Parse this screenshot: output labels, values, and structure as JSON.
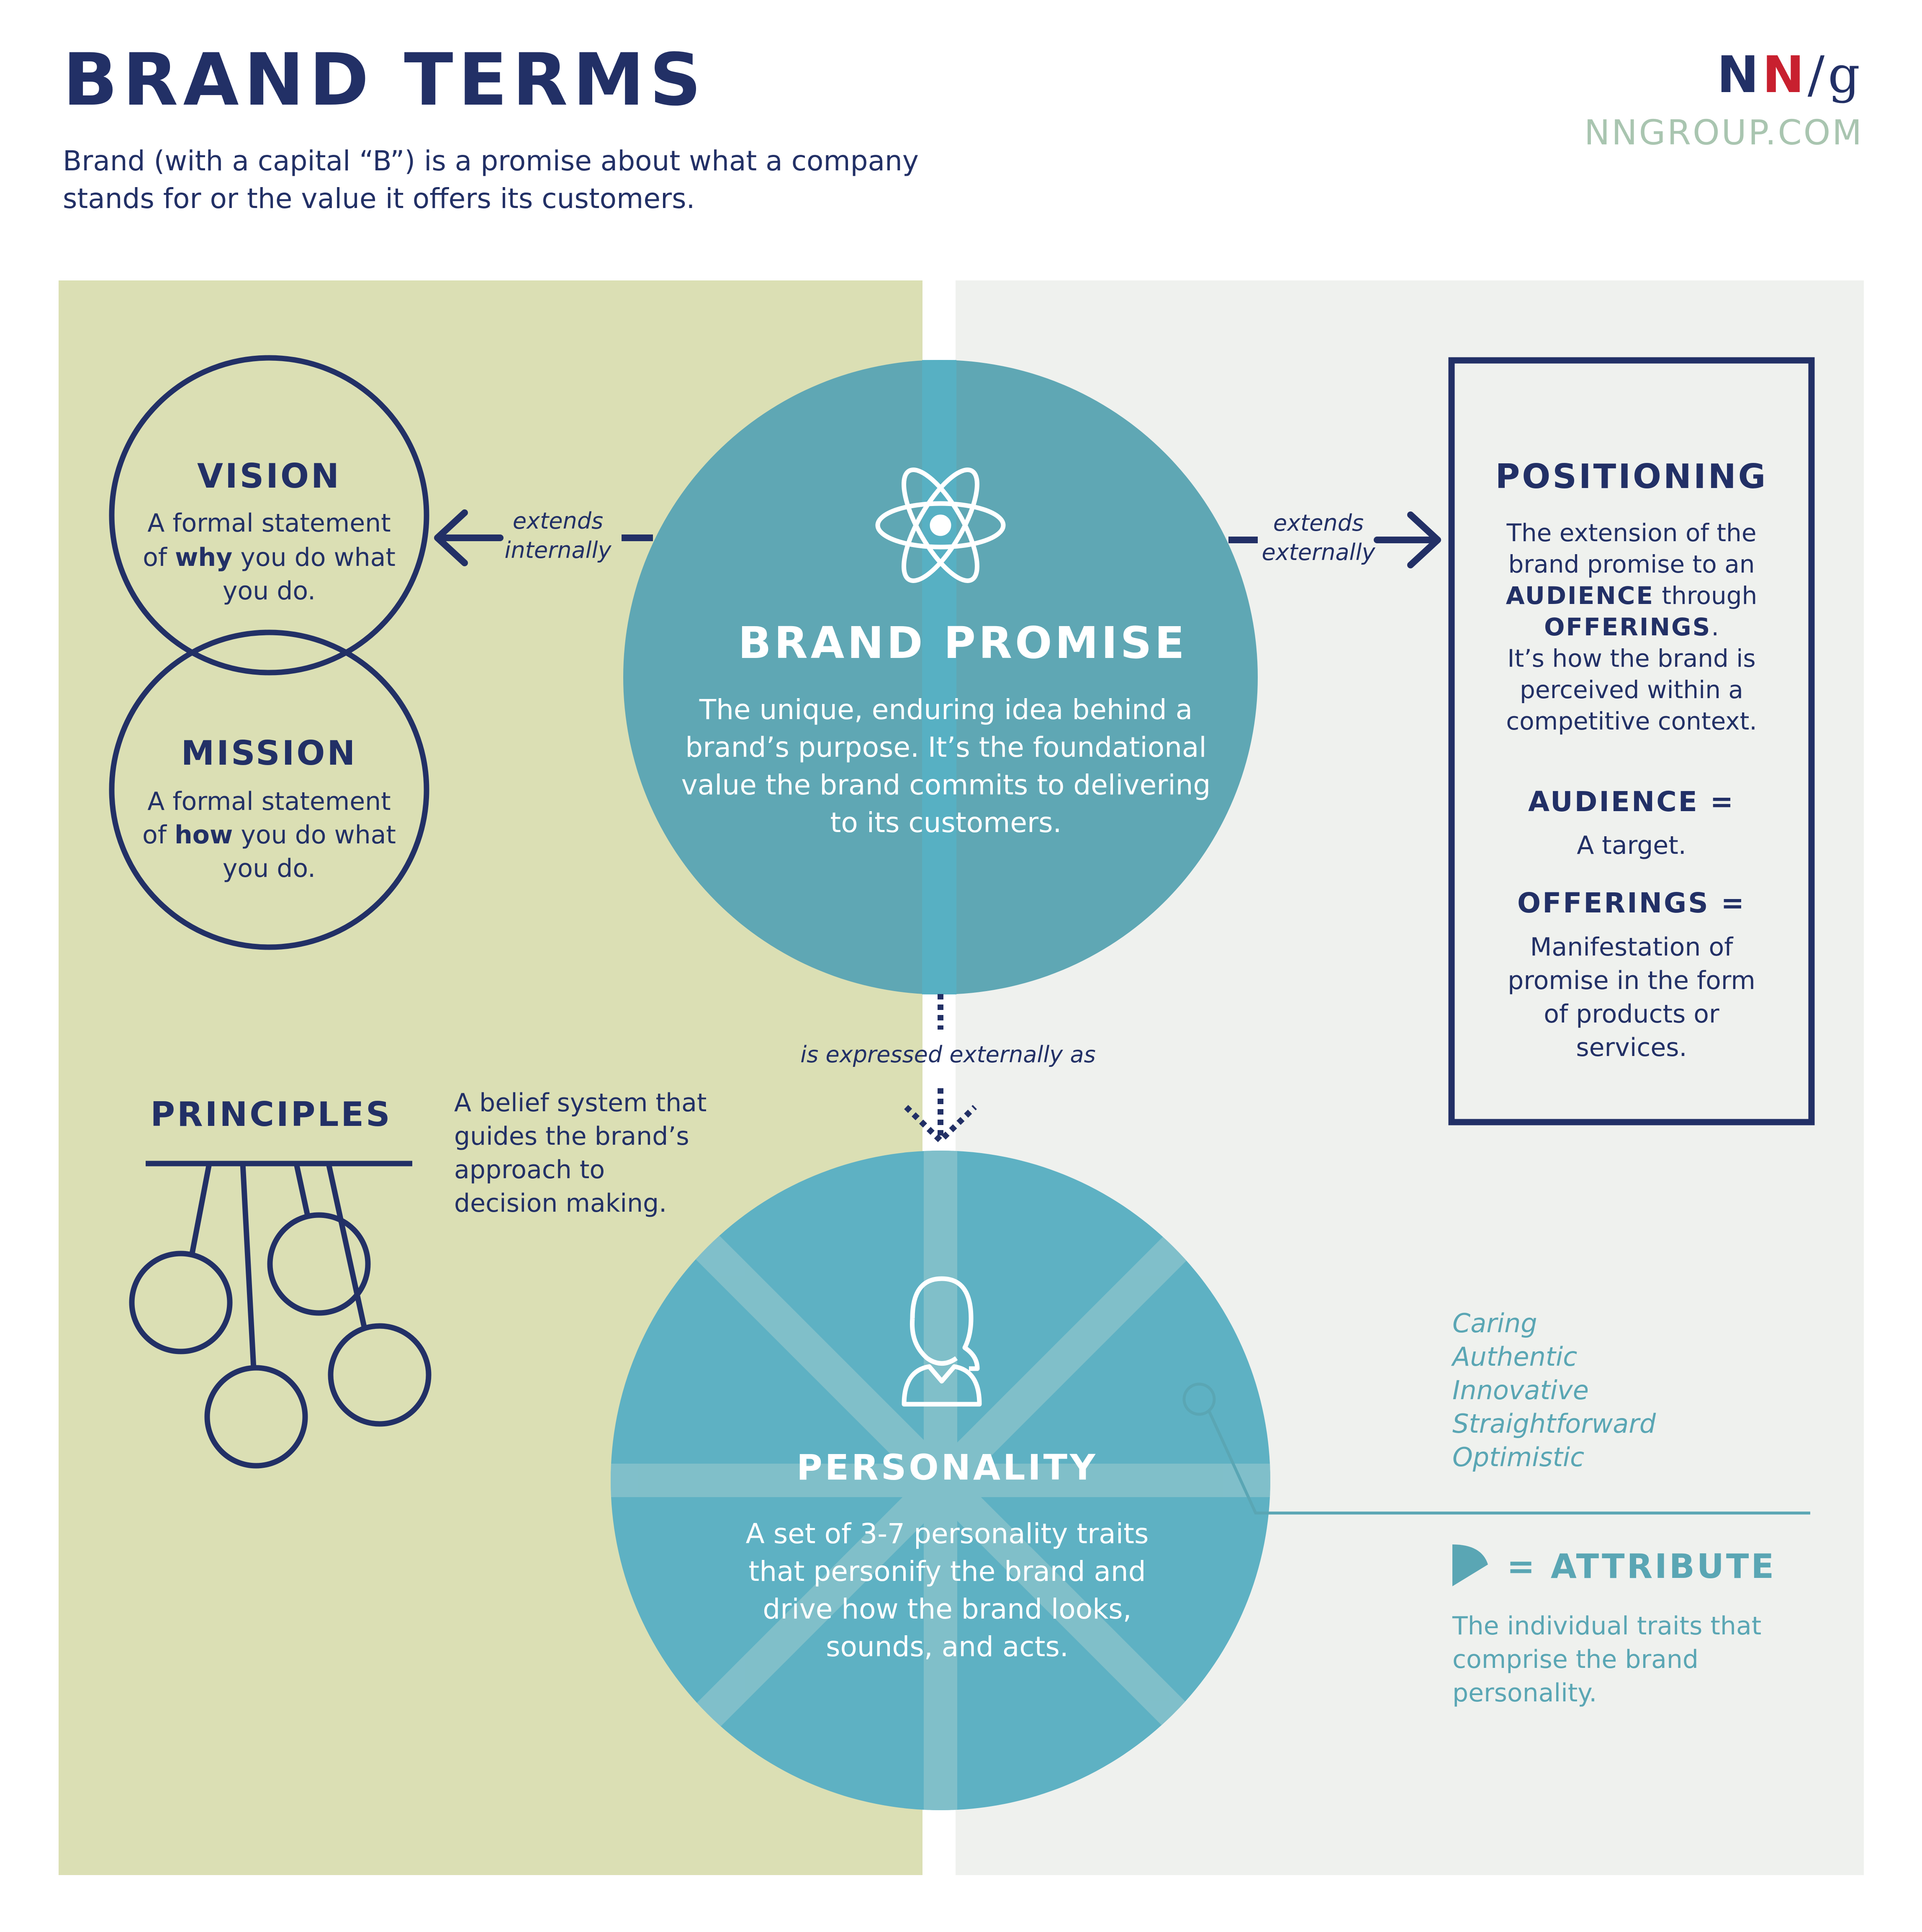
{
  "header": {
    "title": "BRAND TERMS",
    "subtitle": "Brand (with a capital “B”) is a promise about what a company stands for or the value it offers its customers.",
    "logo_n1": "N",
    "logo_n2": "N",
    "logo_slash_g": "/g",
    "site": "NNGROUP.COM"
  },
  "vision": {
    "title": "VISION",
    "line1": "A formal statement",
    "line2_pre": "of ",
    "line2_bold": "why",
    "line2_post": " you do what",
    "line3": "you do."
  },
  "mission": {
    "title": "MISSION",
    "line1": "A formal statement",
    "line2_pre": "of ",
    "line2_bold": "how",
    "line2_post": " you do what",
    "line3": "you do."
  },
  "brand_promise": {
    "title": "BRAND PROMISE",
    "lines": [
      "The unique, enduring idea behind a",
      "brand’s purpose. It’s the foundational",
      "value the brand commits to delivering",
      "to its customers."
    ]
  },
  "arrows": {
    "internal": [
      "extends",
      "internally"
    ],
    "external": [
      "extends",
      "externally"
    ],
    "expressed": "is expressed externally as"
  },
  "positioning": {
    "title": "POSITIONING",
    "line1": "The extension of the",
    "line2": "brand promise to an",
    "line3_bold": "AUDIENCE",
    "line3_post": " through",
    "line4_bold": "OFFERINGS",
    "line4_post": ".",
    "line5": "It’s how the brand is",
    "line6": "perceived within a",
    "line7": "competitive context.",
    "audience_label": "AUDIENCE =",
    "audience_def": "A target.",
    "offerings_label": "OFFERINGS =",
    "offerings_lines": [
      "Manifestation of",
      "promise in the form",
      "of products or",
      "services."
    ]
  },
  "principles": {
    "title": "PRINCIPLES",
    "lines": [
      "A belief system that",
      "guides the brand’s",
      "approach to",
      "decision making."
    ]
  },
  "personality": {
    "title": "PERSONALITY",
    "lines": [
      "A set of 3-7 personality traits",
      "that personify the brand and",
      "drive how the brand looks,",
      "sounds, and acts."
    ]
  },
  "traits": [
    "Caring",
    "Authentic",
    "Innovative",
    "Straightforward",
    "Optimistic"
  ],
  "attribute": {
    "label": "= ATTRIBUTE",
    "lines": [
      "The individual traits that",
      "comprise the brand",
      "personality."
    ]
  },
  "colors": {
    "navy": "#223066",
    "left_panel": "#dbdfb4",
    "right_panel": "#eff1ee",
    "teal": "#5eafc2",
    "teal_dark": "#5fa7b4",
    "trait_text": "#5aa6b4",
    "logo_red": "#c8202f",
    "logo_grey": "#a9c5b0"
  },
  "icons": [
    "atom-icon",
    "person-icon",
    "arrow-left-icon",
    "arrow-right-icon",
    "arrow-down-icon",
    "pendulum-icon",
    "attribute-wedge-icon"
  ]
}
